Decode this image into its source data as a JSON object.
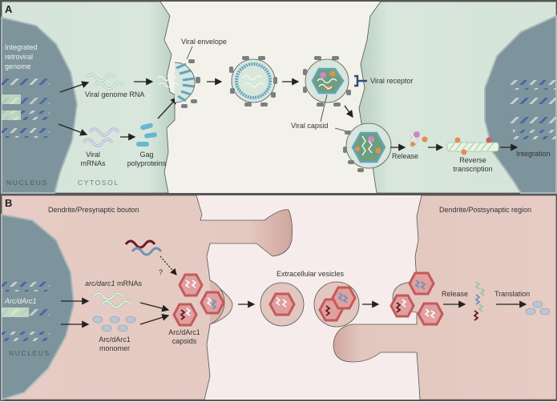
{
  "panel_a": {
    "label": "A",
    "nucleus_left": {
      "text_lines": [
        "Integrated",
        "retroviral",
        "genome"
      ],
      "label": "NUCLEUS"
    },
    "cytosol_label": "CYTOSOL",
    "viral_genome_rna": "Viral genome RNA",
    "viral_mrnas": [
      "Viral",
      "mRNAs"
    ],
    "gag_polyproteins": [
      "Gag",
      "polyproteins"
    ],
    "viral_envelope": "Viral envelope",
    "viral_capsid": "Viral capsid",
    "viral_receptor": "Viral receptor",
    "release": "Release",
    "reverse_transcription": [
      "Reverse",
      "transcription"
    ],
    "integration": "Integration"
  },
  "panel_b": {
    "label": "B",
    "presynaptic": "Dendrite/Presynaptic bouton",
    "postsynaptic": "Dendrite/Postsynaptic region",
    "gene_label": "Arc/dArc1",
    "nucleus_label": "NUCLEUS",
    "mrnas": "arc/darc1 mRNAs",
    "mrnas_italic": "arc/darc1",
    "mrnas_rest": " mRNAs",
    "monomer": [
      "Arc/dArc1",
      "monomer"
    ],
    "capsids": [
      "Arc/dArc1",
      "capsids"
    ],
    "question": "?",
    "extracellular_vesicles": "Extracellular vesicles",
    "release": "Release",
    "translation": "Translation"
  },
  "colors": {
    "panel_a_bg": "#f2f1ea",
    "cell_a": "#d8e6dc",
    "nucleus": "#7d949c",
    "panel_b_bg": "#f6eceb",
    "cell_b": "#e2c7bf",
    "capsid_red": "#c45a5a",
    "rna_green": "#e9f5e6",
    "rna_dark_red": "#6a1a22",
    "rna_blue": "#6e93b8",
    "spike_gray": "#7c7f80",
    "envelope_blue": "#5fa5bd"
  }
}
